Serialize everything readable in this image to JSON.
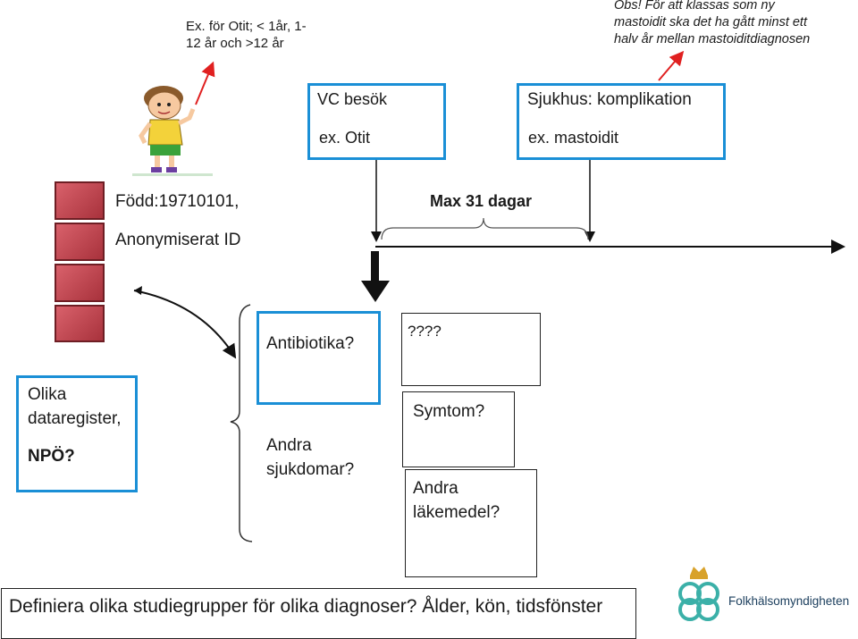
{
  "notes": {
    "left_line1": "Ex. för Otit; < 1år, 1-",
    "left_line2": "12 år och >12 år",
    "right_line1": "Obs! För att klassas som ny",
    "right_line2": "mastoidit ska det ha gått minst ett",
    "right_line3": "halv år mellan mastoiditdiagnosen"
  },
  "vc": {
    "title": "VC besök",
    "subtitle": "ex. Otit"
  },
  "sjukhus": {
    "title": "Sjukhus: komplikation",
    "subtitle": "ex. mastoidit"
  },
  "person": {
    "born": "Född:19710101,",
    "id": "Anonymiserat ID"
  },
  "timeline": {
    "max_label": "Max 31 dagar"
  },
  "boxes": {
    "antibiotika": "Antibiotika?",
    "question": "????",
    "registers_line1": "Olika",
    "registers_line2": "dataregister,",
    "registers_npo": "NPÖ?",
    "other_diseases_line1": "Andra",
    "other_diseases_line2": "sjukdomar?",
    "symptoms": "Symtom?",
    "other_drugs_line1": "Andra",
    "other_drugs_line2": "läkemedel?"
  },
  "footer": {
    "question": "Definiera olika studiegrupper för olika diagnoser? Ålder, kön, tidsfönster",
    "logo_text": "Folkhälsomyndigheten"
  },
  "colors": {
    "blue_border": "#1a8fd6",
    "red_arrow": "#e02020",
    "db_red": "#c0404a",
    "logo_teal": "#3bb0a8",
    "logo_gold": "#d8a22a"
  },
  "icons": [
    "child-figure-icon",
    "database-stack-icon",
    "down-arrow-icon",
    "crown-logo-icon"
  ]
}
